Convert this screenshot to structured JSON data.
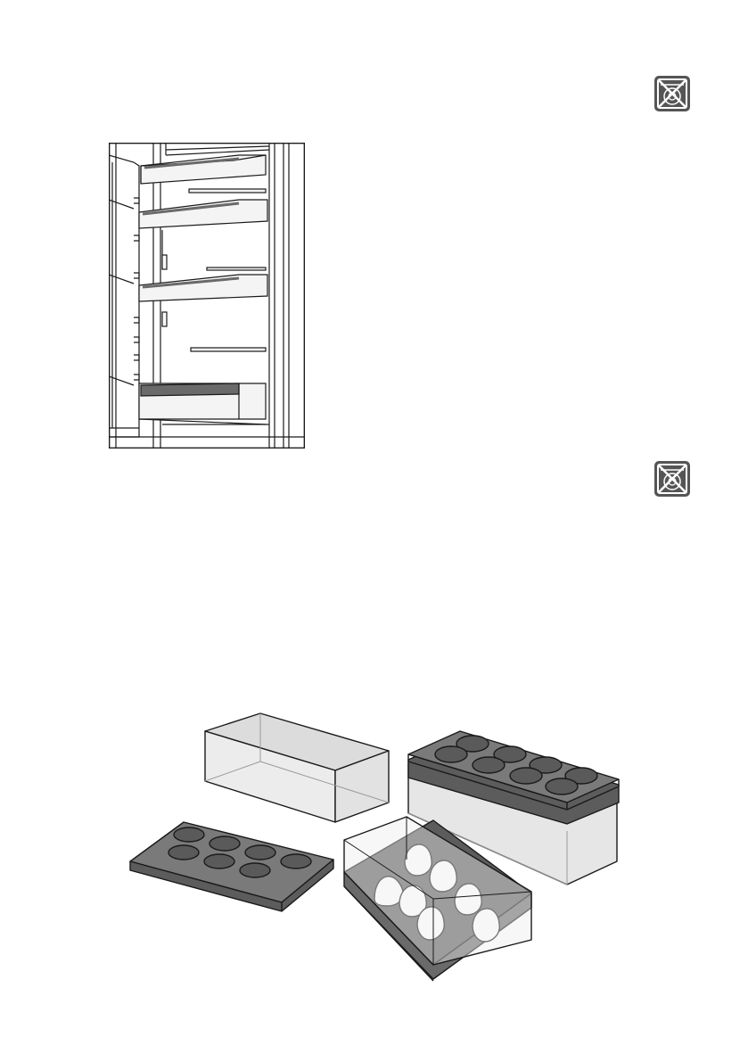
{
  "page": {
    "background": "#ffffff"
  },
  "icons": {
    "no_dishwasher_top": "no-dishwasher-icon",
    "no_dishwasher_bottom": "no-dishwasher-icon"
  },
  "figures": {
    "fridge_door": {
      "subject": "fridge-door-shelves",
      "shelf_count": 4
    },
    "egg_trays": {
      "subject": "egg-trays-and-covers",
      "tray_slots": 8,
      "eggs_shown": 7
    }
  },
  "colors": {
    "line": "#1a1a1a",
    "icon_fill": "#555555",
    "tray_fill": "#7a7a7a",
    "tray_hole": "#5a5a5a",
    "cover_fill": "#e8e8e8",
    "shelf_fill": "#f4f4f4",
    "drawer_dark": "#6a6a6a"
  }
}
